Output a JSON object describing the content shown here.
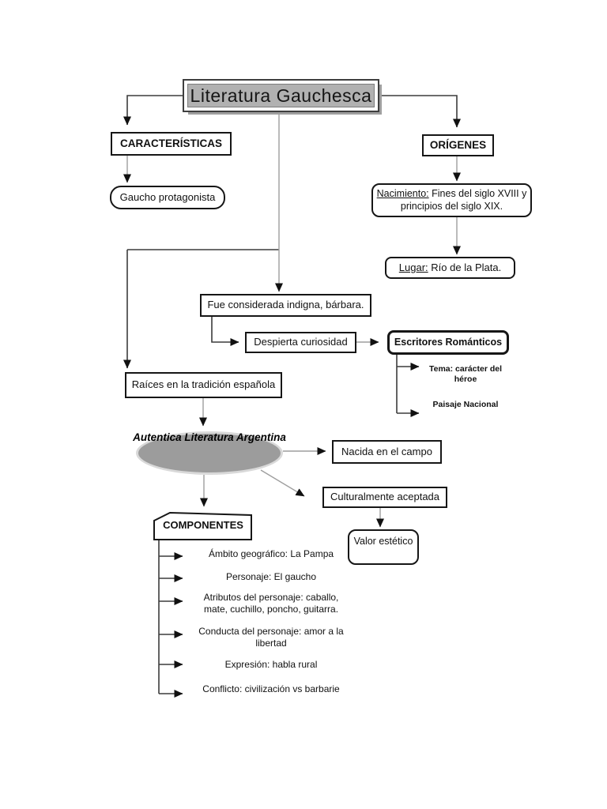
{
  "title": "Literatura Gauchesca",
  "nodes": {
    "caracteristicas": "CARACTERÍSTICAS",
    "gaucho_protagonista": "Gaucho protagonista",
    "origenes": "ORÍGENES",
    "nacimiento_label": "Nacimiento:",
    "nacimiento_text": "Fines del siglo XVIII y principios del siglo XIX.",
    "lugar_label": "Lugar:",
    "lugar_text": "Río de la Plata.",
    "fue_considerada": "Fue considerada indigna, bárbara.",
    "despierta_curiosidad": "Despierta curiosidad",
    "escritores_romanticos": "Escritores Románticos",
    "tema_heroe": "Tema: carácter del héroe",
    "paisaje_nacional": "Paisaje Nacional",
    "raices": "Raíces en la tradición española",
    "autentica_literatura": "Autentica Literatura Argentina",
    "nacida_campo": "Nacida en el campo",
    "culturalmente_aceptada": "Culturalmente aceptada",
    "valor_estetico": "Valor estético",
    "componentes": "COMPONENTES"
  },
  "componentes_items": [
    "Ámbito geográfico: La Pampa",
    "Personaje: El gaucho",
    "Atributos del personaje: caballo, mate, cuchillo, poncho, guitarra.",
    "Conducta del personaje: amor a la libertad",
    "Expresión: habla rural",
    "Conflicto: civilización vs barbarie"
  ],
  "colors": {
    "background": "#ffffff",
    "title_fill": "#b1b1b1",
    "ellipse_fill": "#9c9c9c",
    "ellipse_ring": "#d9d9d9",
    "box_border": "#161616",
    "line_dark": "#3c3c3c",
    "line_gray": "#9e9e9e",
    "arrowhead": "#111111"
  }
}
